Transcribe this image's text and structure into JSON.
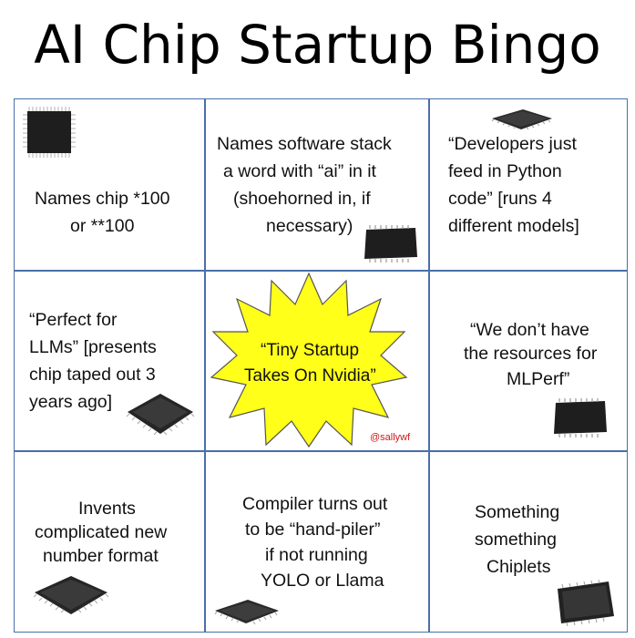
{
  "title": "AI Chip Startup Bingo",
  "cells": {
    "c1": [
      "Names chip *100",
      "or **100"
    ],
    "c2": [
      "Names software stack",
      "a word with “ai” in it",
      "(shoehorned in, if",
      "necessary)"
    ],
    "c3": [
      "“Developers just",
      "feed in Python",
      "code” [runs 4",
      "different models]"
    ],
    "c4": [
      "“Perfect for",
      "LLMs” [presents",
      "chip taped out 3",
      "years ago]"
    ],
    "c5": [
      "“Tiny Startup",
      "Takes On Nvidia”"
    ],
    "c6": [
      "“We don’t have",
      "the resources for",
      "MLPerf”"
    ],
    "c7": [
      "Invents",
      "complicated new",
      "number format"
    ],
    "c8": [
      "Compiler turns out",
      "to be “hand-piler”",
      "if not running",
      "YOLO or Llama"
    ],
    "c9": [
      "Something",
      "something",
      "Chiplets"
    ]
  },
  "credit": "@sallywf",
  "colors": {
    "grid": "#4a6fa8",
    "star_fill": "#ffff1a",
    "credit": "#d01818",
    "chip": "#1c1c1c"
  }
}
